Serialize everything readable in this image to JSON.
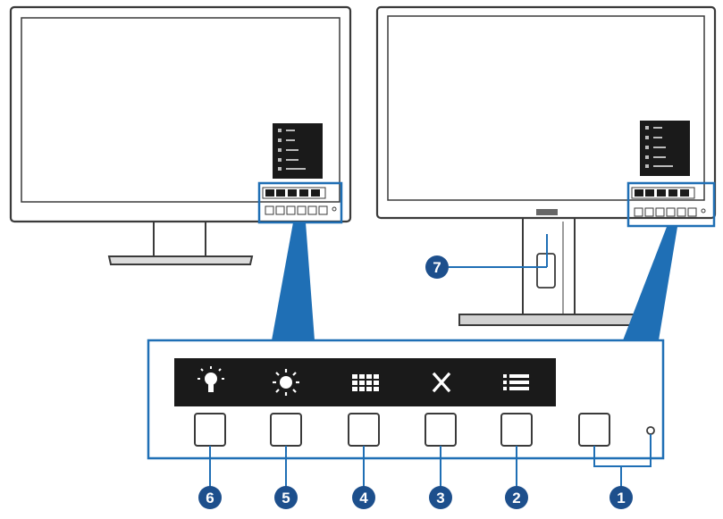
{
  "colors": {
    "accent": "#1f6fb5",
    "callout": "#1d4f8c",
    "outline": "#3a3a3a",
    "icon_panel": "#1a1a1a",
    "icon_glyph": "#ffffff"
  },
  "icons": [
    {
      "name": "power-light-icon"
    },
    {
      "name": "brightness-icon"
    },
    {
      "name": "grid-icon"
    },
    {
      "name": "close-icon"
    },
    {
      "name": "menu-list-icon"
    }
  ],
  "callouts": {
    "c1": "1",
    "c2": "2",
    "c3": "3",
    "c4": "4",
    "c5": "5",
    "c6": "6",
    "c7": "7"
  }
}
